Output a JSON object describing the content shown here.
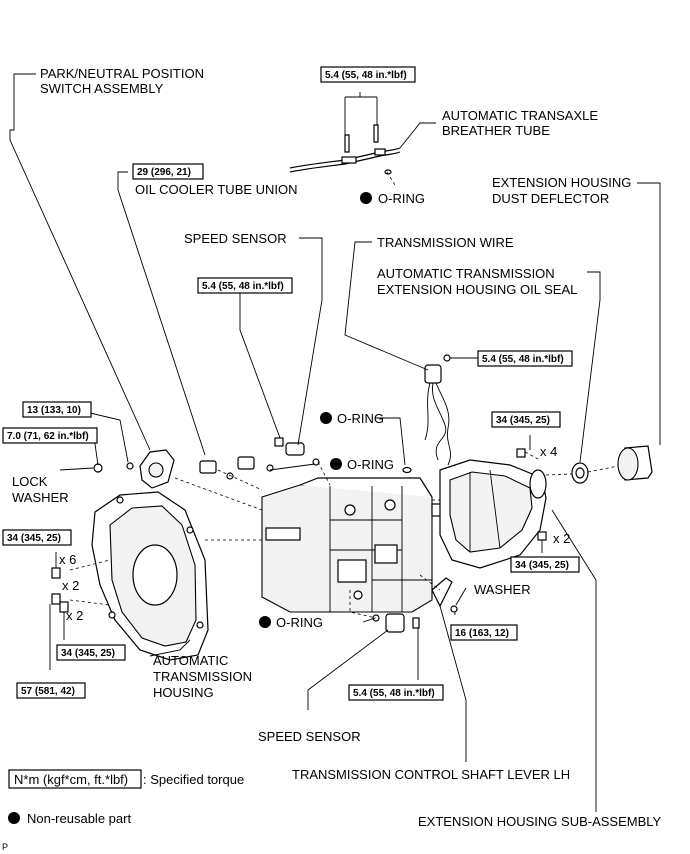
{
  "labels": {
    "park_neutral": [
      "PARK/NEUTRAL POSITION",
      "SWITCH ASSEMBLY"
    ],
    "breather_tube": [
      "AUTOMATIC TRANSAXLE",
      "BREATHER TUBE"
    ],
    "oil_cooler_tube_union": "OIL COOLER TUBE UNION",
    "oring_top": "O-RING",
    "dust_deflector": [
      "EXTENSION HOUSING",
      "DUST DEFLECTOR"
    ],
    "speed_sensor_top": "SPEED SENSOR",
    "transmission_wire": "TRANSMISSION WIRE",
    "oil_seal": [
      "AUTOMATIC TRANSMISSION",
      "EXTENSION HOUSING OIL SEAL"
    ],
    "oring_mid1": "O-RING",
    "oring_mid2": "O-RING",
    "lock_washer": [
      "LOCK",
      "WASHER"
    ],
    "washer": "WASHER",
    "oring_bottom": "O-RING",
    "trans_housing": [
      "AUTOMATIC",
      "TRANSMISSION",
      "HOUSING"
    ],
    "speed_sensor_bottom": "SPEED SENSOR",
    "control_shaft_lever": "TRANSMISSION CONTROL SHAFT LEVER LH",
    "extension_housing": "EXTENSION HOUSING SUB-ASSEMBLY"
  },
  "torques": {
    "breather": "5.4 (55, 48 in.*lbf)",
    "cooler_union": "29 (296, 21)",
    "speed_sensor_top": "5.4 (55, 48 in.*lbf)",
    "wire": "5.4 (55, 48 in.*lbf)",
    "switch_13": "13 (133, 10)",
    "switch_7": "7.0 (71, 62 in.*lbf)",
    "ext_bolts_top": "34 (345, 25)",
    "housing_left": "34 (345, 25)",
    "ext_bolts_side": "34 (345, 25)",
    "housing_bottom": "34 (345, 25)",
    "lever": "16 (163, 12)",
    "housing_57": "57 (581, 42)",
    "speed_sensor_bottom": "5.4 (55, 48 in.*lbf)"
  },
  "multipliers": {
    "x4": "x 4",
    "x2_ext": "x 2",
    "x6": "x 6",
    "x2_a": "x 2",
    "x2_b": "x 2"
  },
  "legend": {
    "torque_key": "N*m (kgf*cm, ft.*lbf)",
    "torque_desc": ": Specified torque",
    "nonreusable": "Non-reusable part"
  },
  "corner_mark": "P"
}
